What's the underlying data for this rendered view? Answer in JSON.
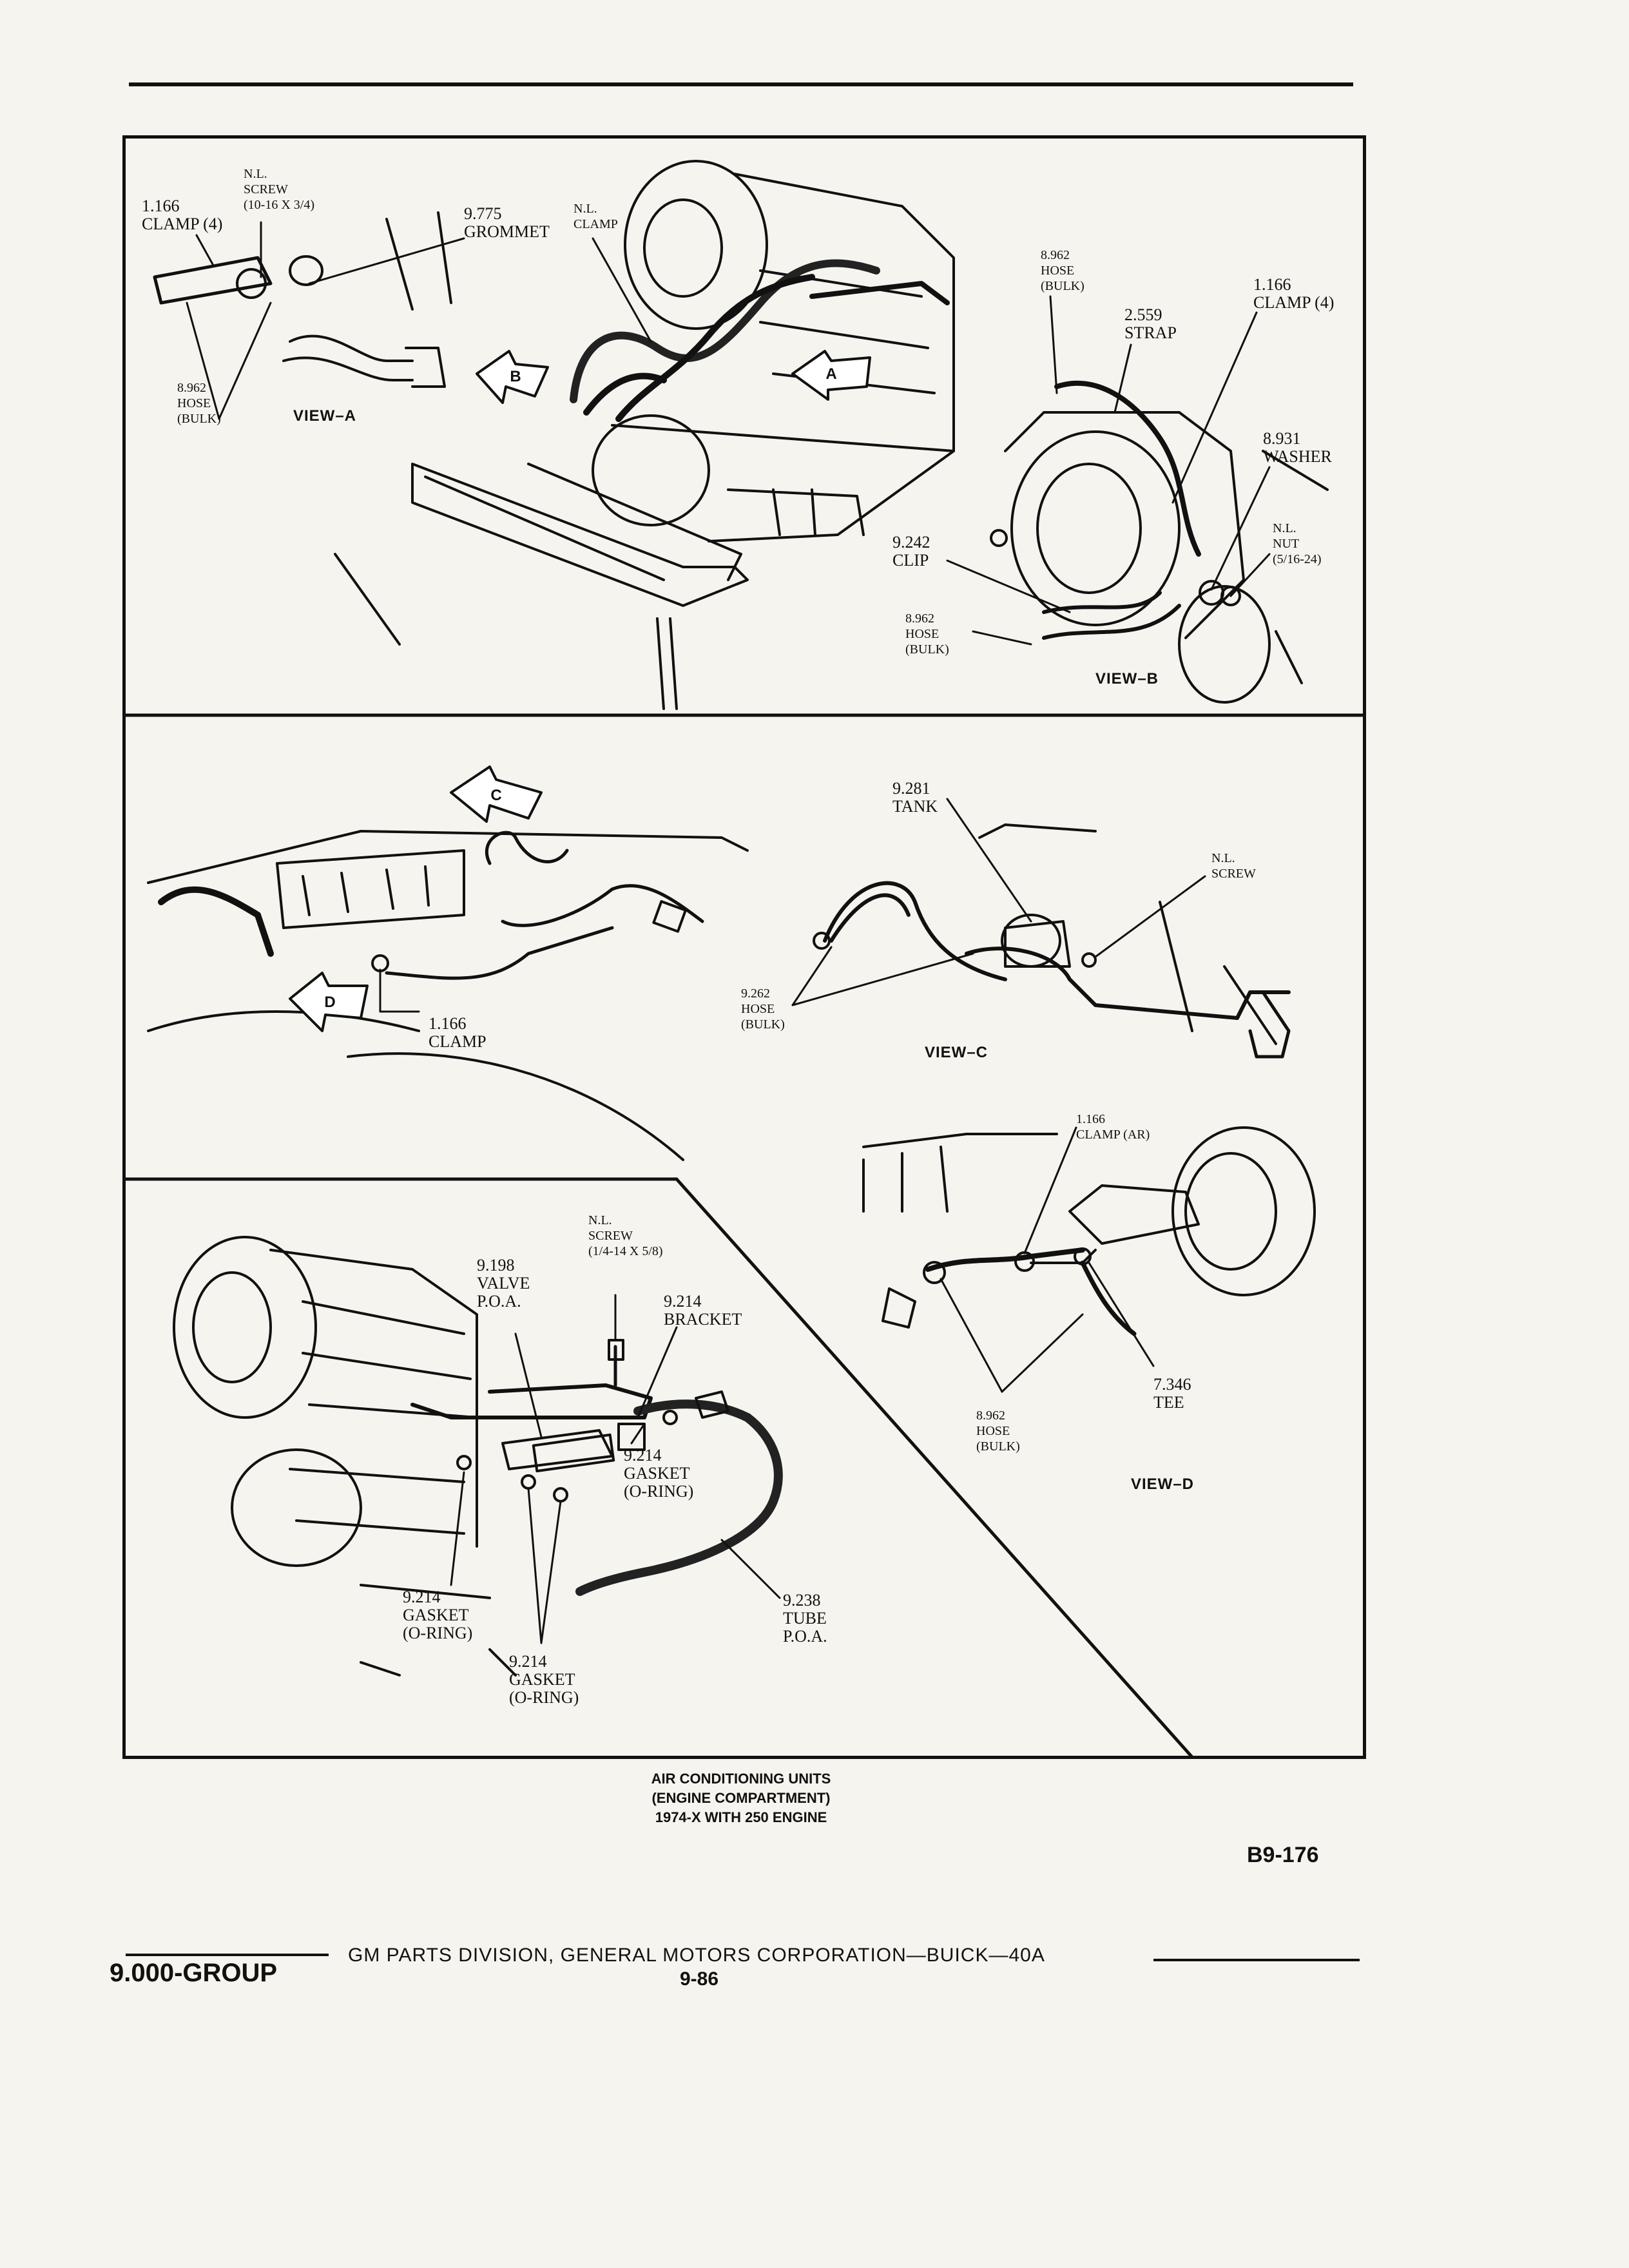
{
  "views": {
    "a": "VIEW–A",
    "b": "VIEW–B",
    "c": "VIEW–C",
    "d": "VIEW–D"
  },
  "arrows": {
    "a": "A",
    "b": "B",
    "c": "C",
    "d": "D"
  },
  "labels": {
    "top_clamp_1166": "1.166\nCLAMP (4)",
    "top_screw": "N.L.\nSCREW\n(10-16 x 3/4)",
    "top_grommet": "9.775\nGROMMET",
    "top_nl_clamp": "N.L.\nCLAMP",
    "top_hose_left": "8.962\nHOSE\n(BULK)",
    "top_hose_right": "8.962\nHOSE\n(BULK)",
    "top_strap": "2.559\nSTRAP",
    "top_clamp_right": "1.166\nCLAMP (4)",
    "top_washer": "8.931\nWASHER",
    "top_nut": "N.L.\nNUT\n(5/16-24)",
    "top_clip": "9.242\nCLIP",
    "top_hose_bottom": "8.962\nHOSE\n(BULK)",
    "mid_clamp": "1.166\nCLAMP",
    "mid_tank": "9.281\nTANK",
    "mid_screw": "N.L.\nSCREW",
    "mid_hose": "9.262\nHOSE\n(BULK)",
    "d_clamp": "1.166\nCLAMP (AR)",
    "d_tee": "7.346\nTEE",
    "d_hose": "8.962\nHOSE\n(BULK)",
    "bot_screw": "N.L.\nSCREW\n(1/4-14 x 5/8)",
    "bot_valve": "9.198\nVALVE\nP.O.A.",
    "bot_bracket": "9.214\nBRACKET",
    "bot_gasket_right": "9.214\nGASKET\n(O-RING)",
    "bot_gasket_left": "9.214\nGASKET\n(O-RING)",
    "bot_gasket_mid": "9.214\nGASKET\n(O-RING)",
    "bot_tube": "9.238\nTUBE\nP.O.A."
  },
  "caption": {
    "line1": "AIR CONDITIONING UNITS",
    "line2": "(ENGINE COMPARTMENT)",
    "line3": "1974-X WITH 250 ENGINE"
  },
  "figure_number": "B9-176",
  "footer": {
    "group": "9.000-GROUP",
    "corporation": "GM PARTS DIVISION, GENERAL MOTORS CORPORATION—BUICK—40A",
    "page": "9-86"
  }
}
